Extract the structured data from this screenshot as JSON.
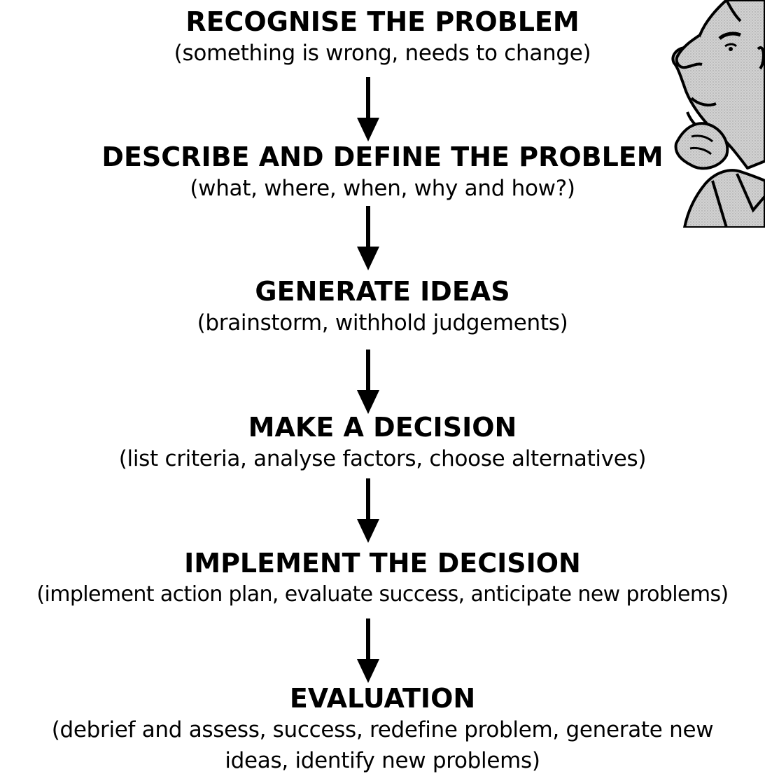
{
  "steps": [
    {
      "title": "RECOGNISE THE PROBLEM",
      "description": "(something is wrong, needs to change)"
    },
    {
      "title": "DESCRIBE AND DEFINE THE PROBLEM",
      "description": "(what, where, when, why and how?)"
    },
    {
      "title": "GENERATE IDEAS",
      "description": "(brainstorm, withhold judgements)"
    },
    {
      "title": "MAKE A DECISION",
      "description": "(list criteria, analyse factors, choose alternatives)"
    },
    {
      "title": "IMPLEMENT THE DECISION",
      "description": "(implement action plan, evaluate success, anticipate new problems)"
    },
    {
      "title": "EVALUATION",
      "description": "(debrief and assess, success, redefine problem, generate new ideas, identify new problems)"
    }
  ],
  "illustration": {
    "icon": "thinking-man-icon"
  },
  "colors": {
    "text": "#000000",
    "background": "#ffffff",
    "illustration_fill": "#c8c8c8"
  }
}
